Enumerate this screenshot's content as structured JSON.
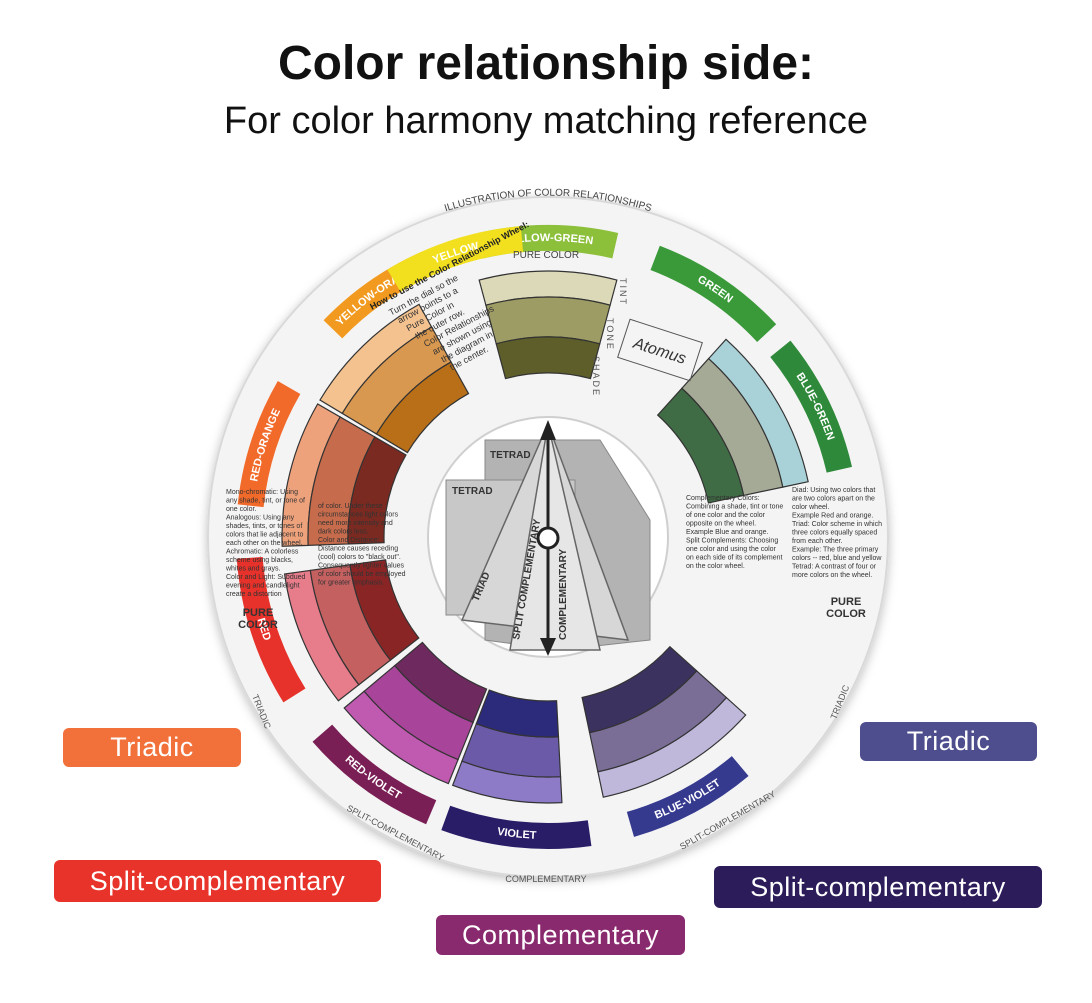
{
  "header": {
    "title": "Color relationship side:",
    "subtitle": "For color harmony matching reference"
  },
  "wheel": {
    "top_caption": "ILLUSTRATION OF COLOR RELATIONSHIPS",
    "pure_color_label": "PURE COLOR",
    "tint_tone_shade": [
      "TINT",
      "TONE",
      "SHADE"
    ],
    "brand": "Atomus",
    "segments": [
      {
        "name": "YELLOW-GREEN",
        "color": "#8cbf3a"
      },
      {
        "name": "GREEN",
        "color": "#3a9a3a"
      },
      {
        "name": "BLUE-GREEN",
        "color": "#2e8a3a"
      },
      {
        "name": "BLUE-VIOLET",
        "color": "#353a8f"
      },
      {
        "name": "VIOLET",
        "color": "#2a1d68"
      },
      {
        "name": "RED-VIOLET",
        "color": "#7a1f55"
      },
      {
        "name": "RED",
        "color": "#e6322a"
      },
      {
        "name": "RED-ORANGE",
        "color": "#f26a2a"
      },
      {
        "name": "YELLOW-ORANGE",
        "color": "#f29a1f"
      },
      {
        "name": "YELLOW",
        "color": "#f2e01f"
      }
    ],
    "sub_labels": {
      "triadic_left": "TRIADIC",
      "triadic_right": "TRIADIC",
      "split_left": "SPLIT-COMPLEMENTARY",
      "split_right": "SPLIT-COMPLEMENTARY",
      "complementary": "COMPLEMENTARY"
    },
    "instructions": {
      "heading": "How to use the Color Relationship Wheel:",
      "lines": [
        "Turn the dial so the",
        "arrow points to a",
        "Pure Color in",
        "the outer row.",
        "Color Relationships",
        "are shown using",
        "the diagram in",
        "the center."
      ]
    },
    "left_text": {
      "lines": [
        "Mono-chromatic: Using",
        "any shade, tint, or tone of",
        "one color.",
        "Analogous: Using any",
        "shades, tints, or tones of",
        "colors that lie adjacent to",
        "each other on the wheel.",
        "Achromatic: A colorless",
        "scheme using blacks,",
        "whites and grays.",
        "Color and Light: Subdued",
        "evening and candlelight",
        "create a distortion"
      ]
    },
    "left_text2": {
      "lines": [
        "of color. Under these",
        "circumstances light colors",
        "need more intensity and",
        "dark colors less.",
        "Color and Distance:",
        "Distance causes receding",
        "(cool) colors to \"black out\".",
        "Consequently lighter values",
        "of color should be employed",
        "for greater emphasis."
      ]
    },
    "right_text": {
      "lines": [
        "Complementary Colors:",
        "Combining a shade, tint or tone",
        "of one color and the color",
        "opposite on the wheel.",
        "Example Blue and orange.",
        "Split Complements: Choosing",
        "one color and using the color",
        "on each side of its complement",
        "on the color wheel."
      ]
    },
    "right_text2": {
      "lines": [
        "Diad: Using two colors that",
        "are two colors apart on the",
        "color wheel.",
        "Example Red and orange.",
        "Triad: Color scheme in which",
        "three colors equally spaced",
        "from each other.",
        "Example: The three primary",
        "colors -- red, blue and yellow",
        "Tetrad: A contrast of four or",
        "more colors on the wheel."
      ]
    },
    "center_labels": {
      "tetrad_top": "TETRAD",
      "tetrad_left": "TETRAD",
      "triad": "TRIAD",
      "split": "SPLIT COMPLEMENTARY",
      "complementary": "COMPLEMENTARY"
    }
  },
  "tags": {
    "triadic_left": {
      "label": "Triadic",
      "color": "#f2703a"
    },
    "triadic_right": {
      "label": "Triadic",
      "color": "#4e4e8e"
    },
    "split_left": {
      "label": "Split-complementary",
      "color": "#e8332b"
    },
    "split_right": {
      "label": "Split-complementary",
      "color": "#2c1d5a"
    },
    "complementary": {
      "label": "Complementary",
      "color": "#8a2a6e"
    }
  }
}
